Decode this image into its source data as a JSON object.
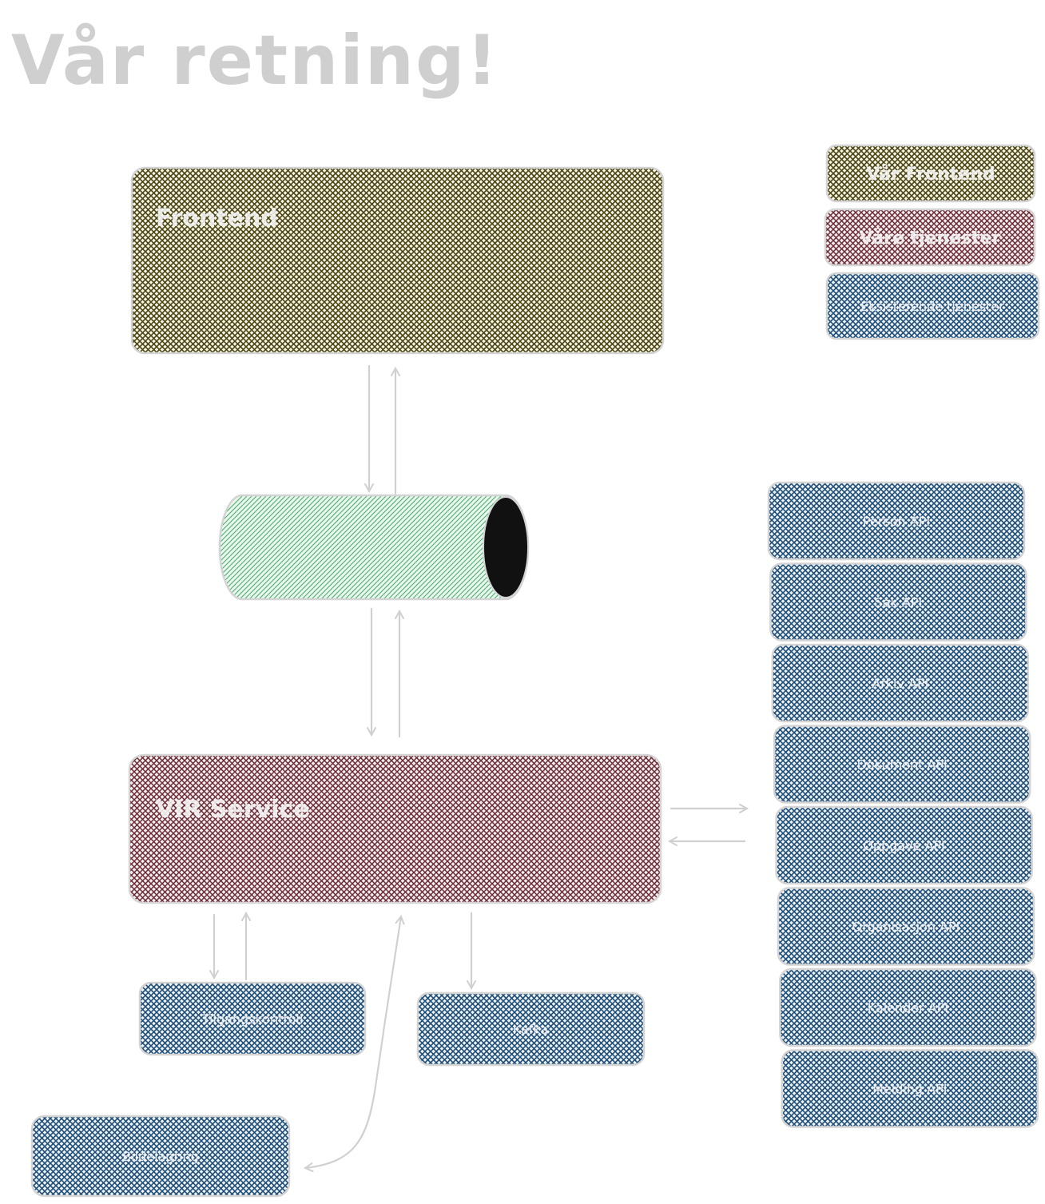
{
  "title": "Vår retning!",
  "colors": {
    "frontend": "#4a4512",
    "service": "#6b2b35",
    "external": "#1f4e79",
    "queue": "#4caf70",
    "queue_end": "#111111",
    "text": "#f2f2f2",
    "outline": "#d4d4d4",
    "arrow": "#d0d0d0"
  },
  "legend": {
    "frontend": "Vår Frontend",
    "service": "Våre tjenester",
    "external": "Eksisterende tjenester"
  },
  "boxes": {
    "frontend": "Frontend",
    "service": "VIR Service",
    "sb1": "Tilgangskontroll",
    "sb2": "Kafka",
    "sb3": "Bildelagring"
  },
  "apis": [
    "Person API",
    "Sak API",
    "Arkiv API",
    "Dokument API",
    "Oppgave API",
    "Organisasjon API",
    "Kalender API",
    "Melding API"
  ],
  "icons": {
    "queue": "cylinder-icon"
  }
}
